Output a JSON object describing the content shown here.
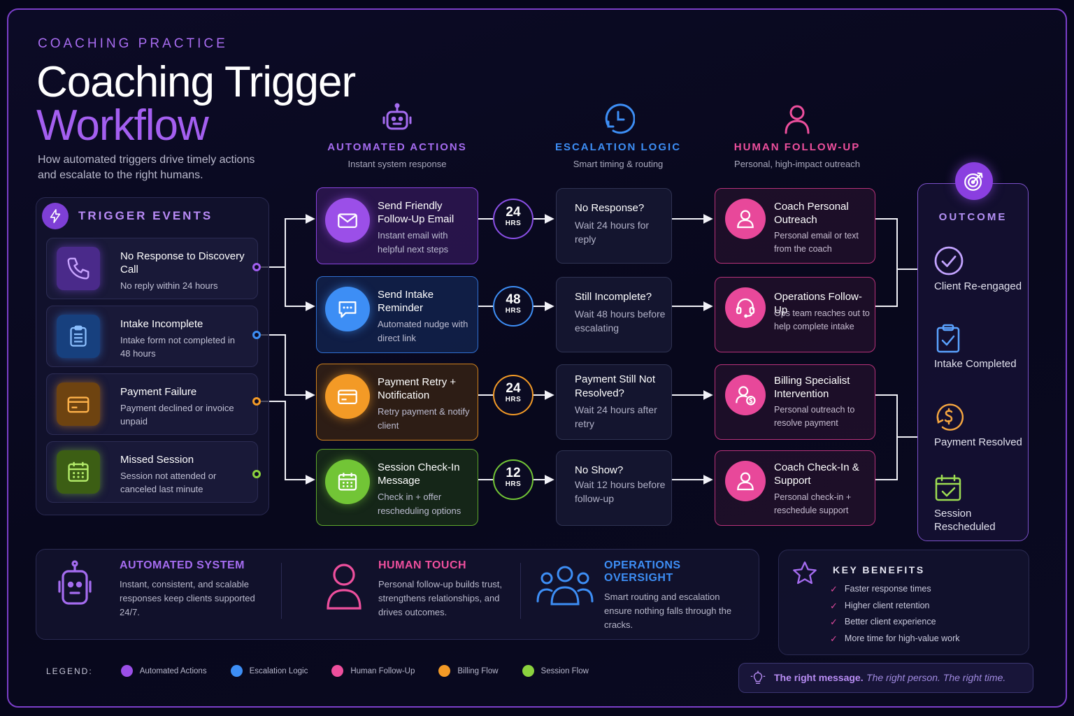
{
  "header": {
    "kicker": "COACHING PRACTICE",
    "title_line1": "Coaching Trigger",
    "title_line2": "Workflow",
    "subtitle": "How automated triggers drive timely actions and escalate to the right humans."
  },
  "columns": {
    "automated": {
      "title": "AUTOMATED ACTIONS",
      "subtitle": "Instant system response",
      "color": "#a56cf0",
      "icon": "robot-icon"
    },
    "escalation": {
      "title": "ESCALATION LOGIC",
      "subtitle": "Smart timing & routing",
      "color": "#3d8ef5",
      "icon": "clock-icon"
    },
    "human": {
      "title": "HUMAN FOLLOW-UP",
      "subtitle": "Personal, high-impact outreach",
      "color": "#ee4f9d",
      "icon": "person-icon"
    }
  },
  "triggers": {
    "title": "TRIGGER EVENTS",
    "items": [
      {
        "title": "No Response to Discovery Call",
        "desc": "No reply within 24 hours",
        "color": "#a25ff0",
        "icon": "phone-icon"
      },
      {
        "title": "Intake Incomplete",
        "desc": "Intake form not completed in 48 hours",
        "color": "#3d8ef5",
        "icon": "clipboard-icon"
      },
      {
        "title": "Payment Failure",
        "desc": "Payment declined or invoice unpaid",
        "color": "#f39a26",
        "icon": "card-icon"
      },
      {
        "title": "Missed Session",
        "desc": "Session not attended or canceled last minute",
        "color": "#8bd23e",
        "icon": "calendar-icon"
      }
    ]
  },
  "actions": [
    {
      "title": "Send Friendly Follow-Up Email",
      "desc": "Instant email with helpful next steps",
      "color": "#9b4fe8",
      "icon": "envelope-icon"
    },
    {
      "title": "Send Intake Reminder",
      "desc": "Automated nudge with direct link",
      "color": "#3d8ef5",
      "icon": "chat-icon"
    },
    {
      "title": "Payment Retry + Notification",
      "desc": "Retry payment & notify client",
      "color": "#f39a26",
      "icon": "card-icon"
    },
    {
      "title": "Session Check-In Message",
      "desc": "Check in + offer rescheduling options",
      "color": "#72c536",
      "icon": "calendar-icon"
    }
  ],
  "timers": [
    {
      "value": "24",
      "unit": "HRS",
      "color": "#8a4fe6"
    },
    {
      "value": "48",
      "unit": "HRS",
      "color": "#3d8ef5"
    },
    {
      "value": "24",
      "unit": "HRS",
      "color": "#f39a26"
    },
    {
      "value": "12",
      "unit": "HRS",
      "color": "#72c536"
    }
  ],
  "escalations": [
    {
      "title": "No Response?",
      "desc": "Wait 24 hours for reply"
    },
    {
      "title": "Still Incomplete?",
      "desc": "Wait 48 hours before escalating"
    },
    {
      "title": "Payment Still Not Resolved?",
      "desc": "Wait 24 hours after retry"
    },
    {
      "title": "No Show?",
      "desc": "Wait 12 hours before follow-up"
    }
  ],
  "human_actions": [
    {
      "title": "Coach Personal Outreach",
      "desc": "Personal email or text from the coach",
      "icon": "person-icon"
    },
    {
      "title": "Operations Follow-Up",
      "desc": "Ops team reaches out to help complete intake",
      "icon": "headset-icon"
    },
    {
      "title": "Billing Specialist Intervention",
      "desc": "Personal outreach to resolve payment",
      "icon": "billing-person-icon"
    },
    {
      "title": "Coach Check-In & Support",
      "desc": "Personal check-in + reschedule support",
      "icon": "person-icon"
    }
  ],
  "outcome": {
    "title": "OUTCOME",
    "items": [
      {
        "label": "Client Re-engaged",
        "color": "#a56cf0",
        "icon": "check-circle-icon"
      },
      {
        "label": "Intake Completed",
        "color": "#3d8ef5",
        "icon": "clipboard-check-icon"
      },
      {
        "label": "Payment Resolved",
        "color": "#f39a26",
        "icon": "dollar-icon"
      },
      {
        "label": "Session Rescheduled",
        "color": "#8bd23e",
        "icon": "calendar-check-icon"
      }
    ]
  },
  "pillars": [
    {
      "title": "AUTOMATED SYSTEM",
      "desc": "Instant, consistent, and scalable responses keep clients supported 24/7.",
      "color": "#a56cf0",
      "icon": "robot-icon"
    },
    {
      "title": "HUMAN TOUCH",
      "desc": "Personal follow-up builds trust, strengthens relationships, and drives outcomes.",
      "color": "#ee4f9d",
      "icon": "person-icon"
    },
    {
      "title": "OPERATIONS OVERSIGHT",
      "desc": "Smart routing and escalation ensure nothing falls through the cracks.",
      "color": "#3d8ef5",
      "icon": "team-icon"
    }
  ],
  "benefits": {
    "title": "KEY BENEFITS",
    "items": [
      "Faster response times",
      "Higher client retention",
      "Better client experience",
      "More time for high-value work"
    ]
  },
  "legend": {
    "label": "LEGEND:",
    "items": [
      {
        "label": "Automated Actions",
        "color": "#9b4fe8"
      },
      {
        "label": "Escalation Logic",
        "color": "#3d8ef5"
      },
      {
        "label": "Human Follow-Up",
        "color": "#ee4f9d"
      },
      {
        "label": "Billing Flow",
        "color": "#f39a26"
      },
      {
        "label": "Session Flow",
        "color": "#8bd23e"
      }
    ]
  },
  "tagline": {
    "bold": "The right message.",
    "italic": "The right person. The right time."
  }
}
